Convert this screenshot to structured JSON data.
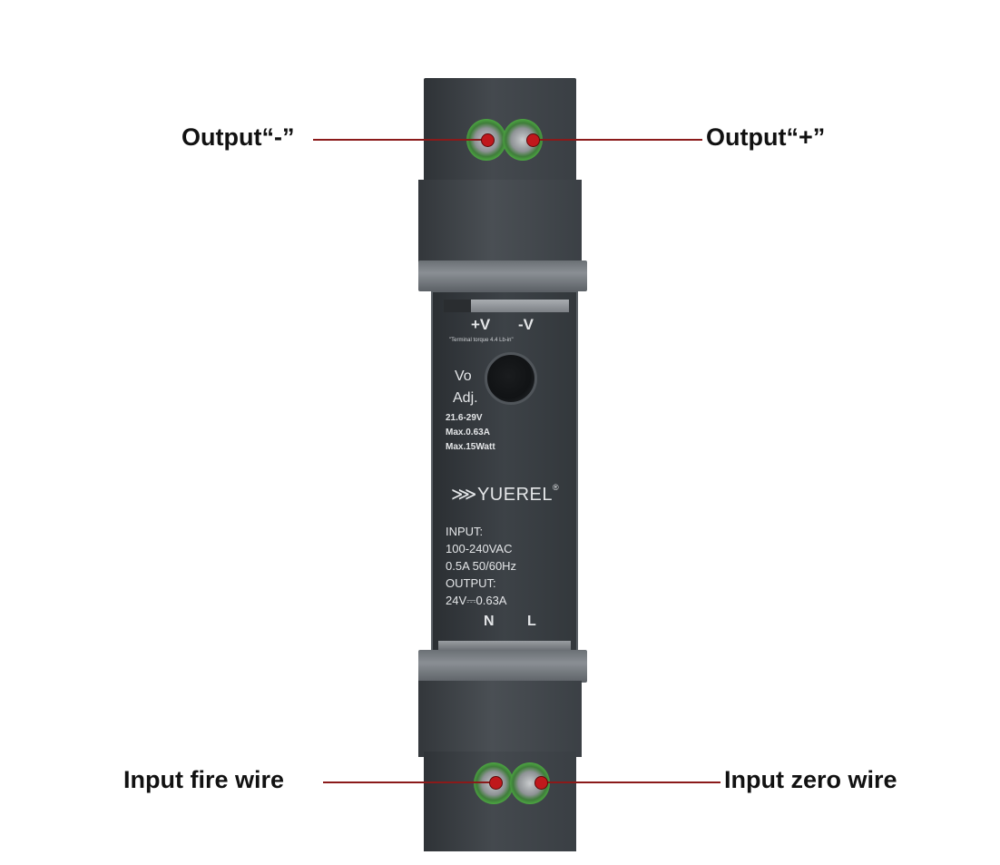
{
  "callouts": {
    "output_minus": "Output“-”",
    "output_plus": "Output“+”",
    "input_fire": "Input fire wire",
    "input_zero": "Input zero wire"
  },
  "panel": {
    "plus_v": "+V",
    "minus_v": "-V",
    "torque_note": "\"Terminal torque 4.4 Lb-in\"",
    "vo": "Vo",
    "adj": "Adj.",
    "range": "21.6-29V",
    "max_current": "Max.0.63A",
    "max_power": "Max.15Watt",
    "brand": "YUEREL",
    "input_title": "INPUT:",
    "input_voltage": "100-240VAC",
    "input_current": "0.5A 50/60Hz",
    "output_title": "OUTPUT:",
    "output_rating": "24V⎓0.63A",
    "n": "N",
    "l": "L"
  },
  "colors": {
    "lead_line": "#8b1a1a",
    "terminal_green": "#4fb043",
    "housing": "#3d4247"
  }
}
